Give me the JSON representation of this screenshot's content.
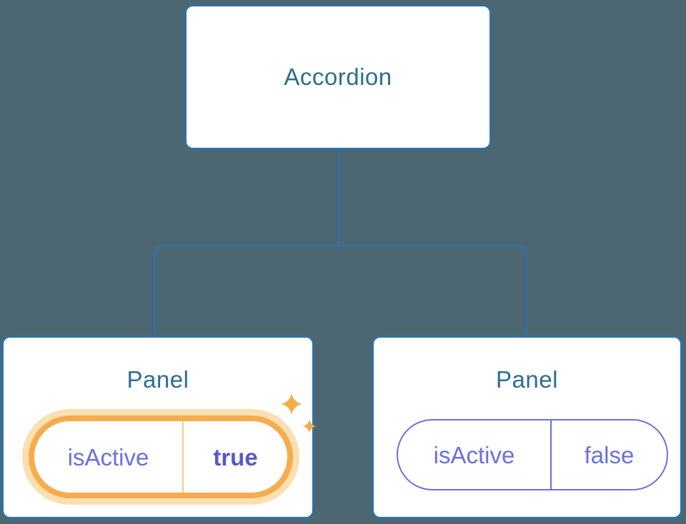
{
  "diagram": {
    "root": {
      "label": "Accordion"
    },
    "panels": [
      {
        "title": "Panel",
        "state_key": "isActive",
        "state_value": "true",
        "highlighted": true
      },
      {
        "title": "Panel",
        "state_key": "isActive",
        "state_value": "false",
        "highlighted": false
      }
    ]
  },
  "icons": {
    "sparkle": "four-point-sparkle"
  },
  "colors": {
    "background": "#4C6672",
    "node_fill": "#FFFFFF",
    "node_border_blue": "#2E72A3",
    "connector_blue": "#2E72A3",
    "node_text_blue": "#2D6E93",
    "state_purple": "#6C6FE0",
    "state_purple_bold": "#5458CF",
    "highlight_orange": "#F6AC4E",
    "highlight_glow": "#FBDFB0",
    "highlight_divider": "#F9CB8C",
    "sparkle_orange": "#F6AD49"
  }
}
